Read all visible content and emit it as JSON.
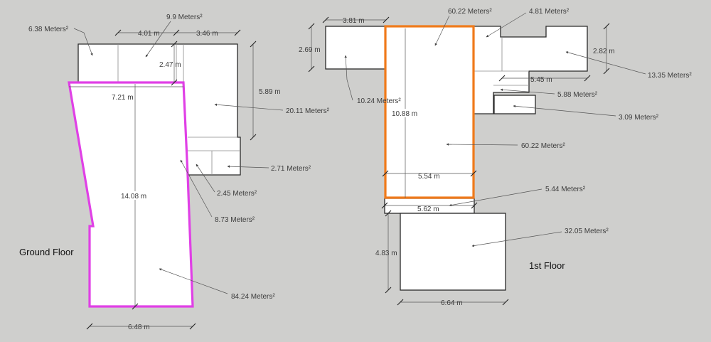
{
  "floors": {
    "ground": "Ground Floor",
    "first": "1st Floor"
  },
  "dimensions": {
    "g_401": "4.01 m",
    "g_346": "3.46 m",
    "g_247": "2.47 m",
    "g_589": "5.89 m",
    "g_721": "7.21 m",
    "g_1408": "14.08 m",
    "g_648": "6.48 m",
    "f_381": "3.81 m",
    "f_269": "2.69 m",
    "f_282": "2.82 m",
    "f_545": "5.45 m",
    "f_1088": "10.88 m",
    "f_554": "5.54 m",
    "f_562": "5.62 m",
    "f_483": "4.83 m",
    "f_664": "6.64 m"
  },
  "areas": {
    "g_638": "6.38 Meters²",
    "g_99": "9.9 Meters²",
    "g_2011": "20.11 Meters²",
    "g_271": "2.71 Meters²",
    "g_245": "2.45 Meters²",
    "g_873": "8.73 Meters²",
    "g_8424": "84.24 Meters²",
    "f_6022_top": "60.22 Meters²",
    "f_481": "4.81 Meters²",
    "f_1335": "13.35 Meters²",
    "f_1024": "10.24 Meters²",
    "f_588": "5.88 Meters²",
    "f_309": "3.09 Meters²",
    "f_6022_mid": "60.22 Meters²",
    "f_544": "5.44 Meters²",
    "f_3205": "32.05 Meters²"
  },
  "colors": {
    "background": "#cfcfcd",
    "ground_highlight": "#e040e6",
    "first_highlight": "#f07a1a"
  }
}
